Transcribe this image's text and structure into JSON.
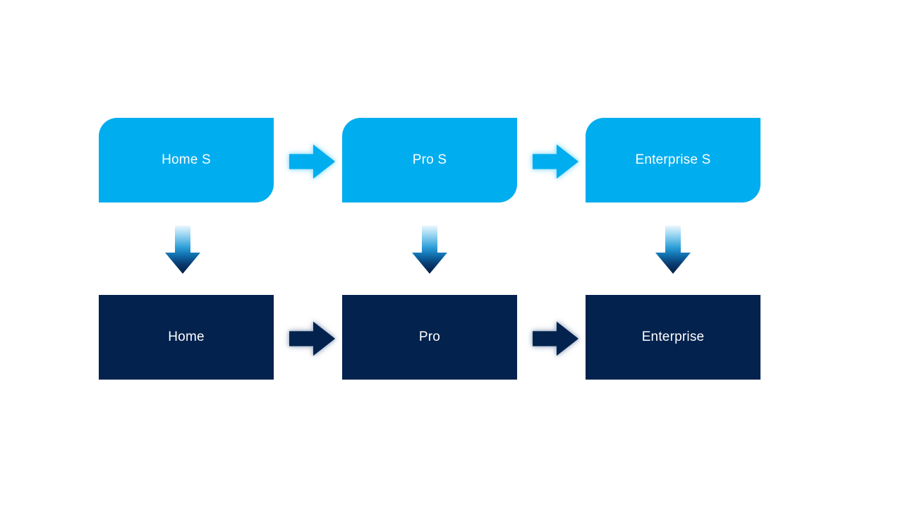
{
  "diagram": {
    "columns": [
      {
        "top_label": "Home S",
        "bottom_label": "Home"
      },
      {
        "top_label": "Pro S",
        "bottom_label": "Pro"
      },
      {
        "top_label": "Enterprise S",
        "bottom_label": "Enterprise"
      }
    ],
    "icons": {
      "right_arrow": "right-arrow-icon",
      "down_arrow": "down-arrow-icon"
    },
    "colors": {
      "background": "#ffffff",
      "top_box_fill": "#00adee",
      "bottom_box_fill": "#03224d",
      "box_text": "#ffffff",
      "light_arrow_fill": "#00adee",
      "light_arrow_glow": "#9fe2fb",
      "dark_arrow_fill": "#03224d",
      "dark_arrow_glow": "#a9b6c9",
      "down_arrow_gradient_top": "#e8f6fd",
      "down_arrow_gradient_upper": "#9ed7f2",
      "down_arrow_gradient_mid": "#2d9fd8",
      "down_arrow_gradient_lower": "#0f6dab",
      "down_arrow_gradient_deep": "#0a3a70",
      "down_arrow_gradient_bottom": "#051d3f"
    }
  }
}
